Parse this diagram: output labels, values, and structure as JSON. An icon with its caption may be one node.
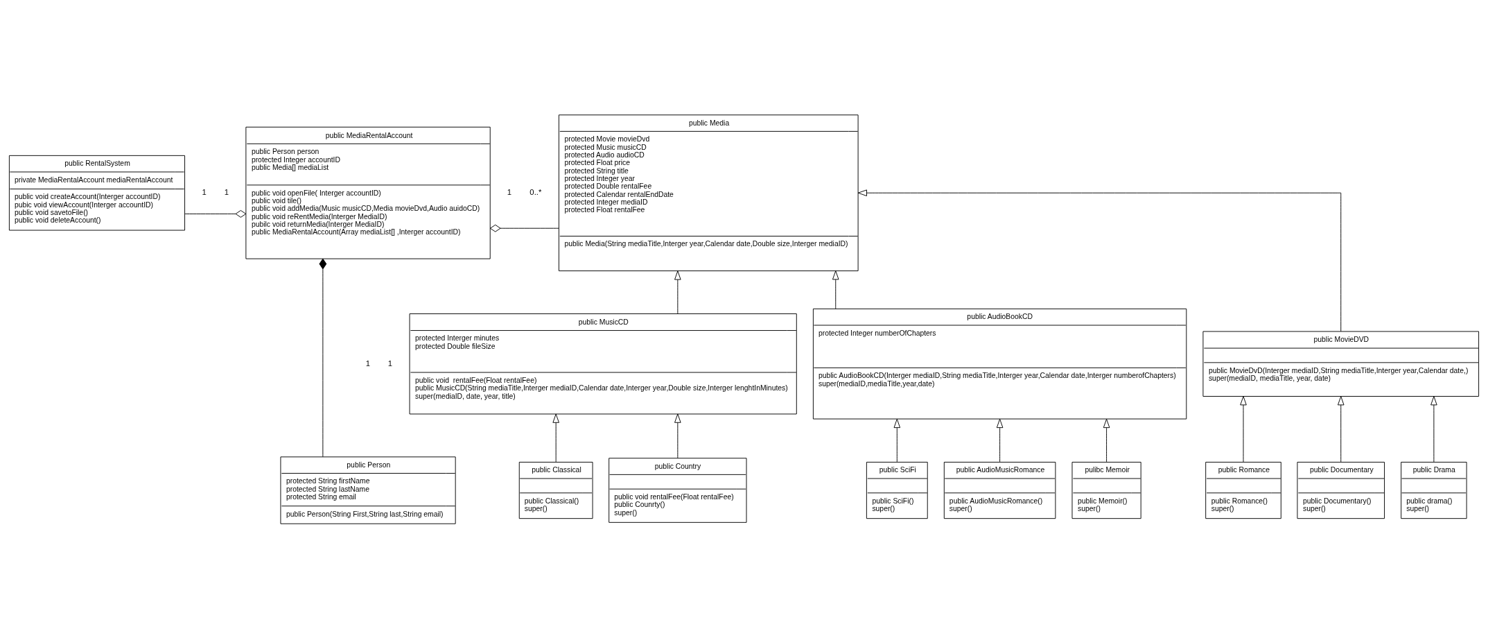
{
  "diagram": {
    "nodes": [
      {
        "text": [
          "public RentalSystem",
          "private MediaRentalAccount mediaRentalAccount",
          "public void createAccount(Interger accountID)",
          "pubic void viewAccount(Interger accountID)",
          "public void savetoFile()",
          "public void deleteAccount()"
        ]
      },
      {
        "text": [
          "public MediaRentalAccount",
          "public Person person",
          "protected Integer accountID",
          "public Media[] mediaList",
          "public void openFile( Interger accountID)",
          "public void tile()",
          "public void addMedia(Music musicCD,Media movieDvd,Audio auidoCD)",
          "public void reRentMedia(Interger MediaID)",
          "pubilc void returnMedia(Interger MediaID)",
          "public MediaRentalAccount(Array mediaList[] ,Interger accountID)"
        ]
      },
      {
        "text": [
          "public Media",
          "protected Movie movieDvd",
          "protected Music musicCD",
          "protected Audio audioCD",
          "protected Float price",
          "protected String title",
          "protected Integer year",
          "protected Double rentalFee",
          "protected Calendar rentalEndDate",
          "protected Integer mediaID",
          "protected Float rentalFee",
          "public Media(String mediaTitle,Interger year,Calendar date,Double size,Interger mediaID)"
        ]
      },
      {
        "text": [
          "public MusicCD",
          "protected Interger minutes",
          "protected Double fileSize",
          "public void  rentalFee(Float rentalFee)",
          "public MusicCD(String mediaTitle,Interger mediaID,Calendar date,Interger year,Double size,Interger lenghtInMinutes)",
          "super(mediaID, date, year, title)"
        ]
      },
      {
        "text": [
          "public Person",
          "protected String firstName",
          "protected String lastName",
          "protected String email",
          "public Person(String First,String last,String email)"
        ]
      },
      {
        "text": [
          "public AudioBookCD",
          "protected Integer numberOfChapters",
          "public AudioBookCD(Interger mediaID,String mediaTitle,Interger year,Calendar date,Interger numberofChapters)",
          "super(mediaID,mediaTitle,year,date)"
        ]
      },
      {
        "text": [
          "public MovieDVD",
          "public MovieDvD(Interger mediaID,String mediaTitle,Interger year,Calendar date,)",
          "super(mediaID, mediaTitle, year, date)"
        ]
      },
      {
        "text": [
          "public Classical",
          "public Classical()",
          "super()"
        ]
      },
      {
        "text": [
          "public Country",
          "public void rentalFee(Float rentalFee)",
          "public Counrty()",
          "super()"
        ]
      },
      {
        "text": [
          "public SciFi",
          "public SciFi()",
          "super()"
        ]
      },
      {
        "text": [
          "public AudioMusicRomance",
          "public AudioMusicRomance()",
          "super()"
        ]
      },
      {
        "text": [
          "pulibc Memoir",
          "public Memoir()",
          "super()"
        ]
      },
      {
        "text": [
          "public Romance",
          "public Romance()",
          "super()"
        ]
      },
      {
        "text": [
          "public Documentary",
          "public Documentary()",
          "super()"
        ]
      },
      {
        "text": [
          "public Drama",
          "public drama()",
          "super()"
        ]
      }
    ],
    "edges": [
      {
        "from": 0,
        "to": 1,
        "arrow": "other"
      },
      {
        "from": 1,
        "to": 2,
        "arrow": "other"
      },
      {
        "from": 4,
        "to": 1,
        "arrow": "other"
      },
      {
        "from": 3,
        "to": 2,
        "arrow": "to"
      },
      {
        "from": 5,
        "to": 2,
        "arrow": "to"
      },
      {
        "from": 6,
        "to": 2,
        "arrow": "to"
      },
      {
        "from": 7,
        "to": 3,
        "arrow": "to"
      },
      {
        "from": 8,
        "to": 3,
        "arrow": "to"
      },
      {
        "from": 9,
        "to": 5,
        "arrow": "to"
      },
      {
        "from": 10,
        "to": 5,
        "arrow": "to"
      },
      {
        "from": 11,
        "to": 5,
        "arrow": "to"
      },
      {
        "from": 12,
        "to": 6,
        "arrow": "to"
      },
      {
        "from": 13,
        "to": 6,
        "arrow": "to"
      },
      {
        "from": 14,
        "to": 6,
        "arrow": "to"
      }
    ],
    "labels": [
      "1",
      "1",
      "1",
      "0..*",
      "1",
      "1"
    ]
  }
}
